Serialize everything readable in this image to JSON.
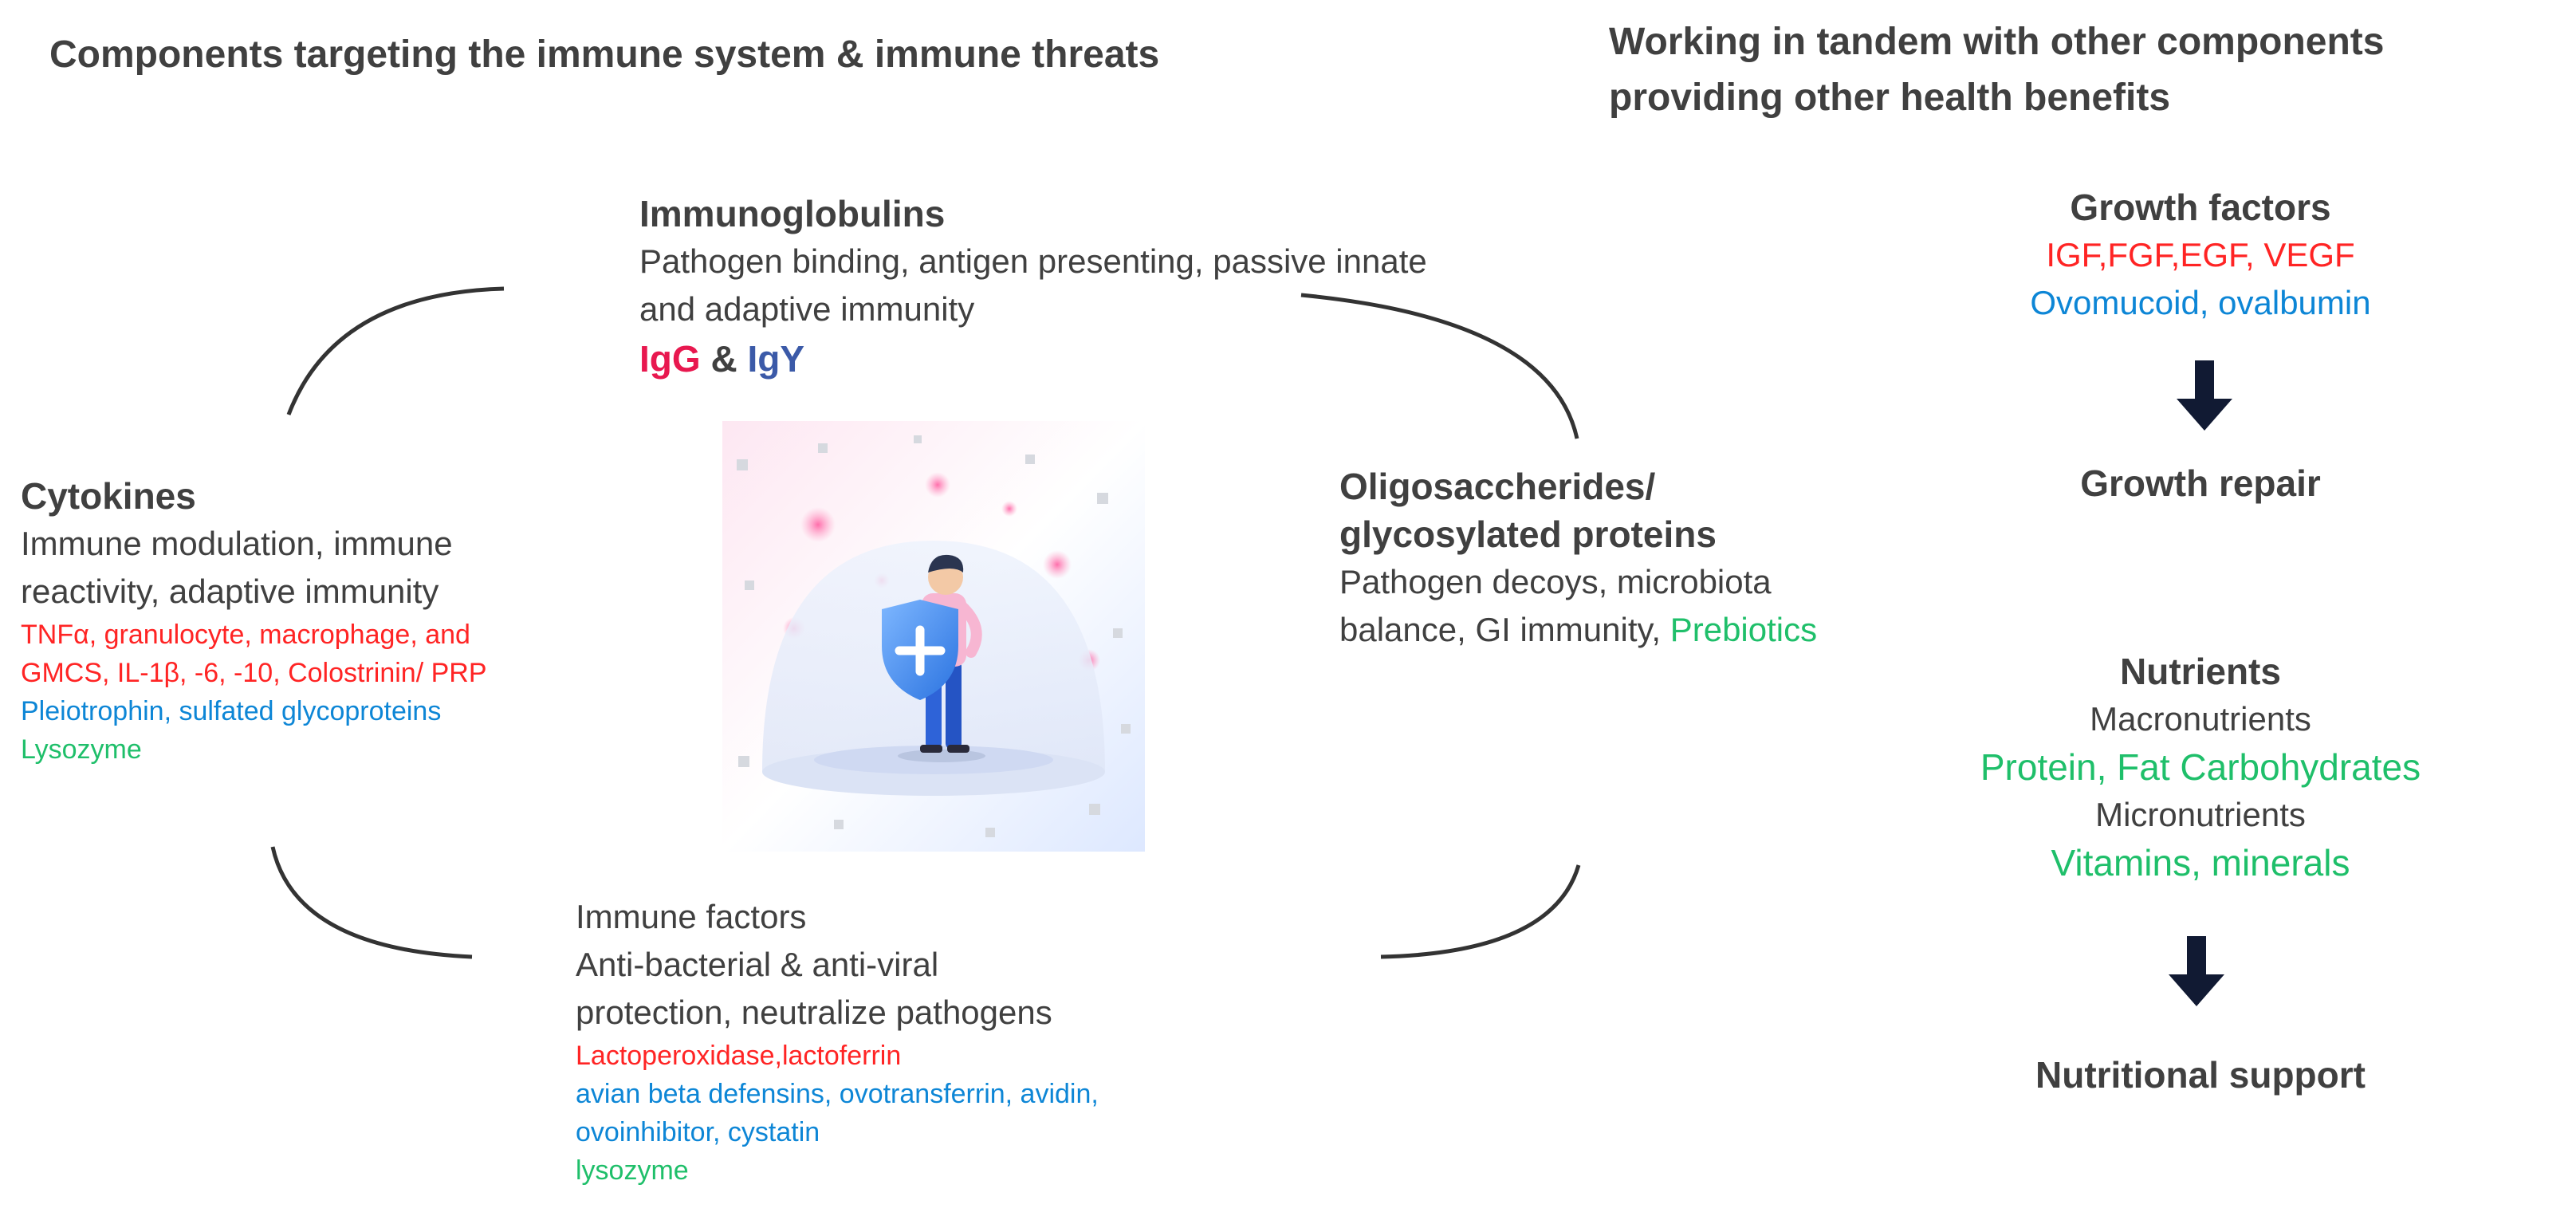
{
  "left_header": "Components targeting the immune system & immune threats",
  "right_header": [
    "Working in tandem with other components",
    "providing other health benefits"
  ],
  "immunoglobulins": {
    "title": "Immunoglobulins",
    "desc": [
      "Pathogen binding, antigen presenting, passive innate",
      "and adaptive immunity"
    ],
    "igg": "IgG",
    "amp": " & ",
    "igy": "IgY"
  },
  "cytokines": {
    "title": "Cytokines",
    "desc": [
      "Immune modulation, immune",
      "reactivity, adaptive immunity"
    ],
    "red_lines": [
      "TNFα, granulocyte, macrophage, and",
      "GMCS, IL-1β, -6, -10, Colostrinin/ PRP"
    ],
    "blue_line": "Pleiotrophin,  sulfated glycoproteins",
    "green_line": "Lysozyme"
  },
  "oligosaccharides": {
    "title": [
      "Oligosaccherides/",
      "glycosylated proteins"
    ],
    "desc_line1": "Pathogen decoys, microbiota",
    "desc_line2": "balance, GI immunity, ",
    "prebiotics": "Prebiotics"
  },
  "immune_factors": {
    "title": "Immune factors",
    "desc": [
      "Anti-bacterial & anti-viral",
      "protection, neutralize pathogens"
    ],
    "red_line": "Lactoperoxidase,lactoferrin",
    "blue_lines": [
      "avian beta defensins, ovotransferrin, avidin,",
      "ovoinhibitor,  cystatin"
    ],
    "green_line": "lysozyme"
  },
  "growth_factors": {
    "title": "Growth factors",
    "red_line": "IGF,FGF,EGF, VEGF",
    "blue_line": "Ovomucoid, ovalbumin",
    "result": "Growth repair"
  },
  "nutrients": {
    "title": "Nutrients",
    "macro_label": "Macronutrients",
    "macro_values": "Protein, Fat Carbohydrates",
    "micro_label": "Micronutrients",
    "micro_values": "Vitamins, minerals",
    "result": "Nutritional support"
  },
  "colors": {
    "text": "#404040",
    "red": "#ff2424",
    "blue": "#0d86d6",
    "green": "#1fbf6a",
    "igg": "#e8184f",
    "igy": "#3b5aa8",
    "arrow": "#111a33"
  }
}
